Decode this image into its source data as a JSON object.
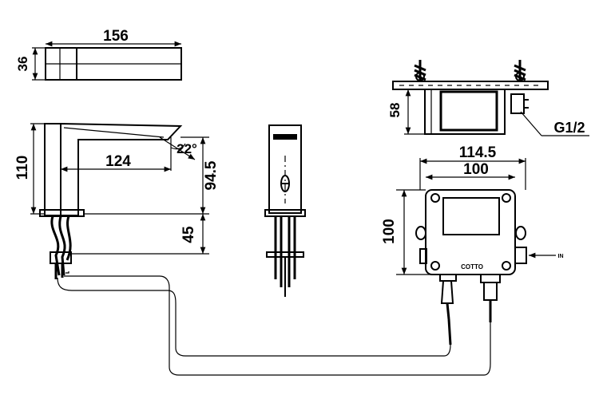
{
  "dimensions": {
    "top_view_length": "156",
    "top_view_height": "36",
    "spout_height": "110",
    "spout_reach": "124",
    "spout_angle": "22°",
    "outlet_height": "94.5",
    "shank_length": "45",
    "box_depth": "58",
    "inlet_thread": "G1/2",
    "box_width_outer": "114.5",
    "box_width_inner": "100",
    "box_height": "100"
  },
  "labels": {
    "brand_mark": "COTTO",
    "inlet_arrow_label": "IN"
  }
}
